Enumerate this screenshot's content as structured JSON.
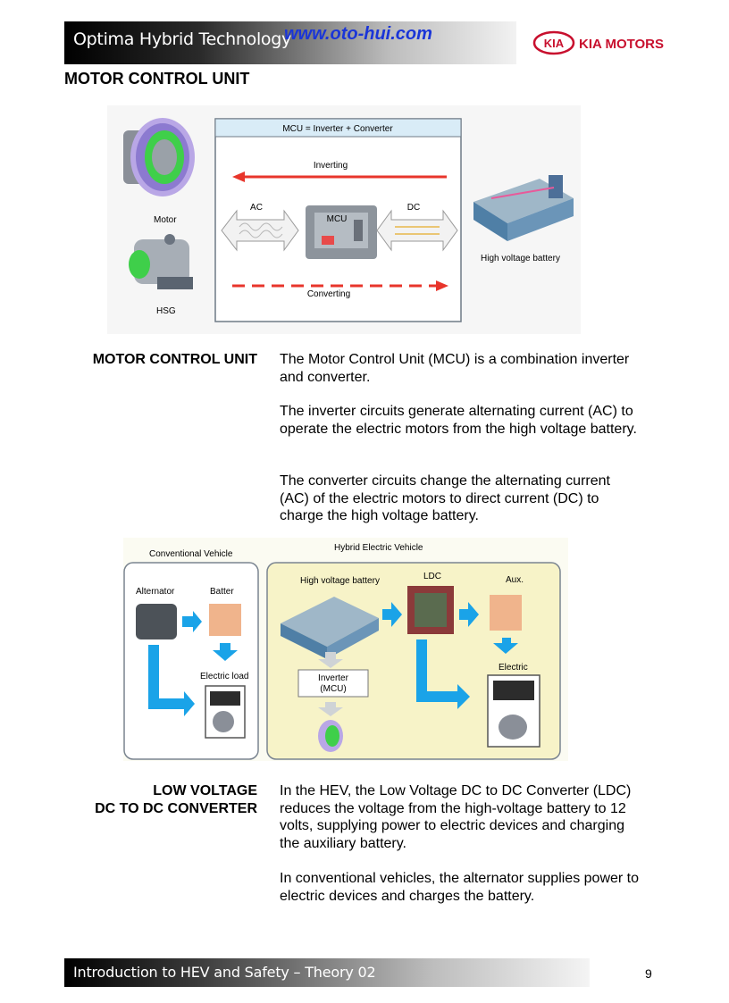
{
  "header": {
    "title": "Optima Hybrid Technology",
    "url": "www.oto-hui.com",
    "logo_text": "KIA",
    "brand": "KIA MOTORS"
  },
  "page_heading": "MOTOR CONTROL UNIT",
  "figure1": {
    "box_title": "MCU = Inverter + Converter",
    "inverting": "Inverting",
    "converting": "Converting",
    "ac": "AC",
    "dc": "DC",
    "mcu": "MCU",
    "motor": "Motor",
    "hsg": "HSG",
    "battery": "High voltage battery"
  },
  "section1": {
    "label": "MOTOR CONTROL UNIT",
    "paragraphs": [
      "The Motor Control Unit (MCU) is a combination inverter and converter.",
      "The inverter circuits generate alternating current (AC) to operate the electric motors from the high voltage battery.",
      "The converter circuits change the alternating current (AC) of the electric motors to direct current (DC) to charge the high voltage battery."
    ]
  },
  "figure2": {
    "conventional_title": "Conventional Vehicle",
    "hybrid_title": "Hybrid Electric Vehicle",
    "alternator": "Alternator",
    "battery": "Batter",
    "electric_load": "Electric load",
    "hv_battery": "High voltage battery",
    "ldc": "LDC",
    "aux": "Aux.",
    "electric": "Electric",
    "inverter_line1": "Inverter",
    "inverter_line2": "(MCU)"
  },
  "section2": {
    "label_line1": "LOW VOLTAGE",
    "label_line2": "DC TO DC CONVERTER",
    "paragraphs": [
      "In the HEV, the Low Voltage DC to DC Converter (LDC) reduces the voltage from the high-voltage battery to 12 volts, supplying power to electric devices and charging the auxiliary battery.",
      "In conventional vehicles, the alternator supplies power to electric devices and charges the battery."
    ]
  },
  "footer": {
    "text": "Introduction to HEV and Safety – Theory 02",
    "page_number": "9"
  },
  "colors": {
    "url_blue": "#1a35d8",
    "kia_red": "#c8102e",
    "arrow_red": "#e8352b",
    "flow_blue": "#1aa3e8"
  }
}
